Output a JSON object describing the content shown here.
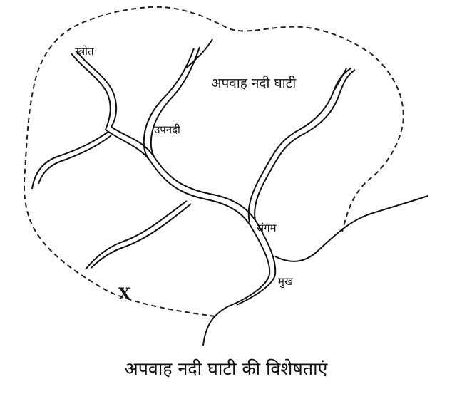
{
  "labels": {
    "source": "स्त्रोत",
    "tributary": "उपनदी",
    "basin": "अपवाह नदी घाटी",
    "confluence": "संगम",
    "mouth": "मुख",
    "marker_x": "X"
  },
  "caption": "अपवाह नदी घाटी की विशेषताएं",
  "colors": {
    "ink": "#111111",
    "background": "#ffffff"
  }
}
